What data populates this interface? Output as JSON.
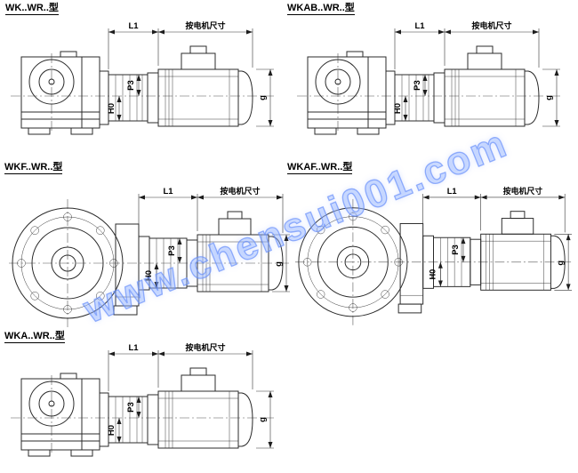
{
  "watermark": {
    "text": "www.chensui001.com",
    "color": "#6f9bff"
  },
  "labels": {
    "l1": "L1",
    "motor_dim": "按电机尺寸",
    "p3": "P3",
    "h0": "H0",
    "g": "g"
  },
  "diagrams": [
    {
      "title": "WK..WR..型",
      "type": "foot-mounted"
    },
    {
      "title": "WKAB..WR..型",
      "type": "foot-mounted"
    },
    {
      "title": "WKF..WR..型",
      "type": "flange-mounted"
    },
    {
      "title": "WKAF..WR..型",
      "type": "flange-mounted"
    },
    {
      "title": "WKA..WR..型",
      "type": "foot-mounted"
    }
  ]
}
